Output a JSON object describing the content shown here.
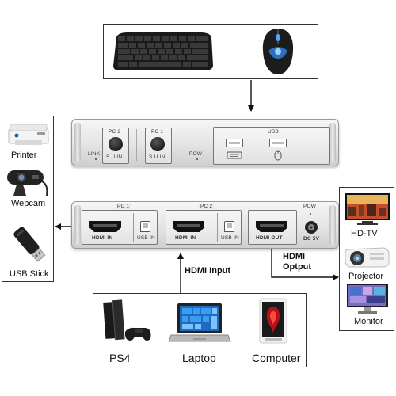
{
  "peripherals_left": [
    {
      "label": "Printer"
    },
    {
      "label": "Webcam"
    },
    {
      "label": "USB Stick"
    }
  ],
  "kvm_front": {
    "link_label": "LINK",
    "pc2_label": "PC 2",
    "pc1_label": "PC 1",
    "sui_label": "S  U  IN",
    "pow_label": "POW",
    "usb_label": "USB"
  },
  "kvm_back": {
    "pc1_label": "PC 1",
    "pc2_label": "PC 2",
    "hdmi_in_label": "HDMI IN",
    "usb_in_label": "USB  IN",
    "hdmi_out_label": "HDMI  OUT",
    "pow_label": "POW",
    "dc_label": "DC  5V"
  },
  "connections": {
    "hdmi_input": "HDMI  Input",
    "hdmi_output": "HDMI\nOptput"
  },
  "displays": [
    {
      "label": "HD-TV"
    },
    {
      "label": "Projector"
    },
    {
      "label": "Monitor"
    }
  ],
  "sources": [
    {
      "label": "PS4"
    },
    {
      "label": "Laptop"
    },
    {
      "label": "Computer"
    }
  ],
  "colors": {
    "line": "#111111",
    "device_silver": "#e4e4e4",
    "button": "#1d1d1d"
  }
}
